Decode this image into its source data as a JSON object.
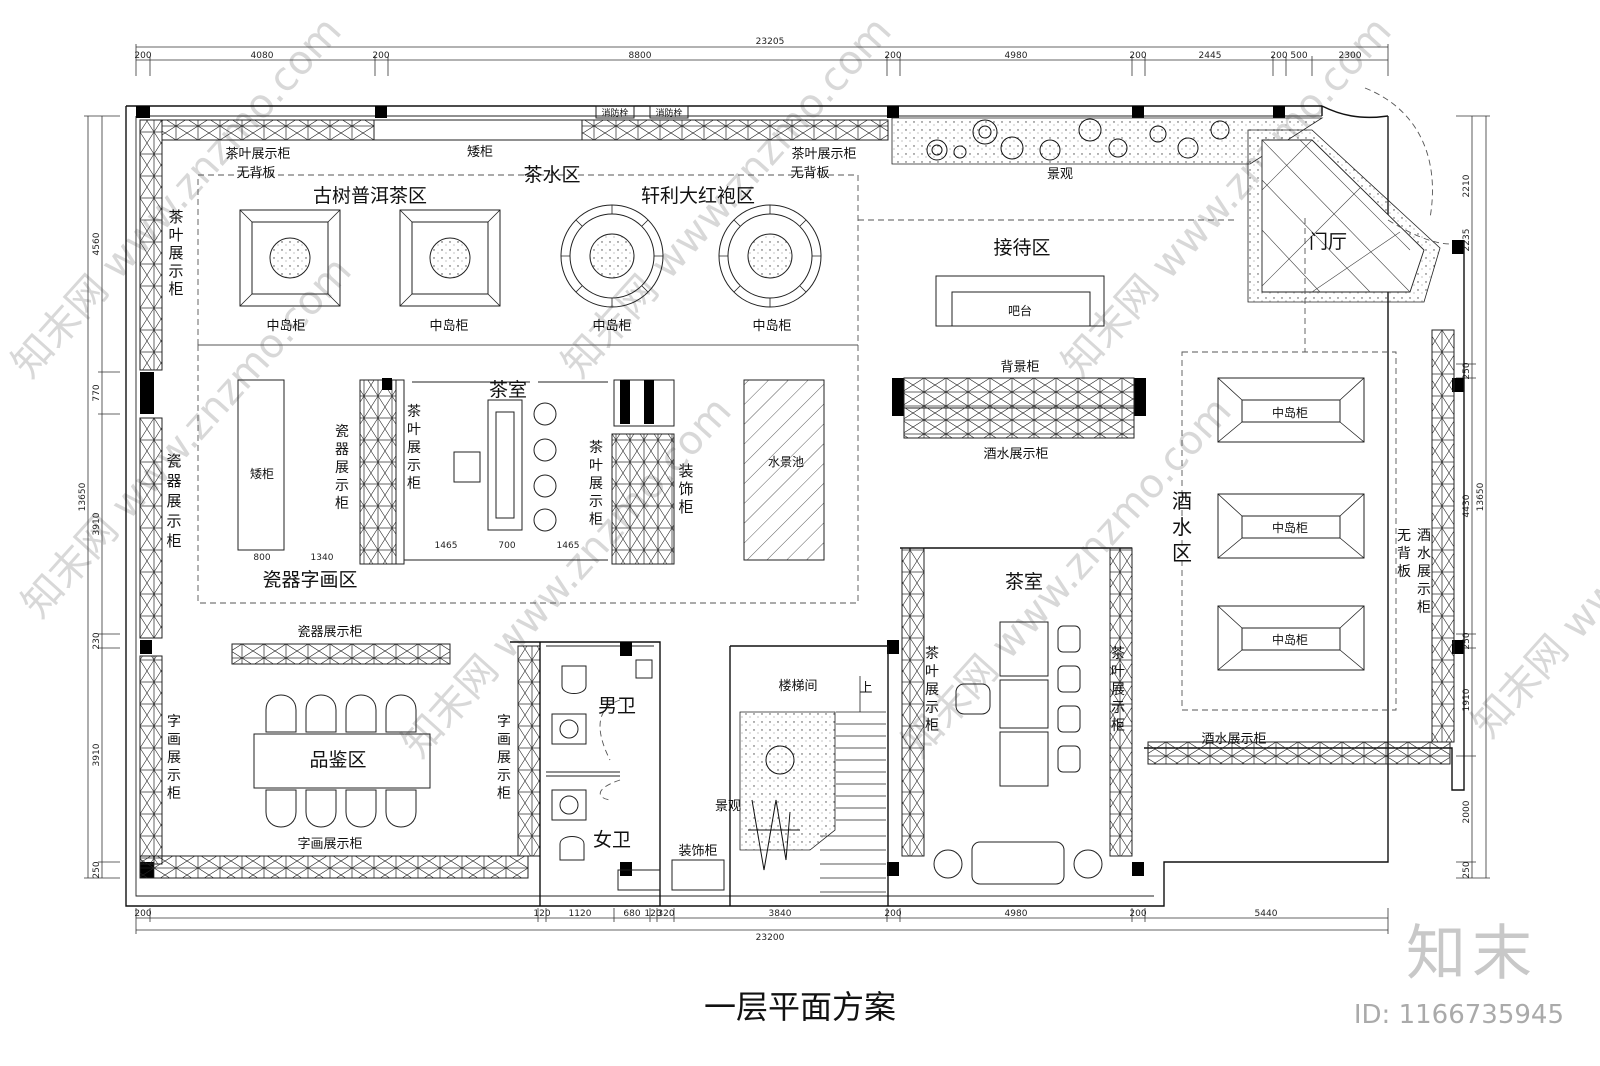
{
  "title": "一层平面方案",
  "id_label": "ID: 1166735945",
  "brand": "知末",
  "watermark": "知末网 www.znzmo.com",
  "dims": {
    "top_total": "23205",
    "top": [
      "200",
      "4080",
      "200",
      "8800",
      "200",
      "4980",
      "200",
      "2445",
      "200",
      "500",
      "2300"
    ],
    "bottom_total": "23200",
    "bottom": [
      "200",
      "120",
      "1120",
      "680",
      "120",
      "320",
      "3840",
      "200",
      "4980",
      "200",
      "5440"
    ],
    "left_total": "13650",
    "left": [
      "4560",
      "770",
      "3910",
      "230",
      "3910",
      "250"
    ],
    "right_total": "13650",
    "right": [
      "2235",
      "250",
      "4430",
      "250",
      "1910",
      "2000",
      "250",
      "2210"
    ],
    "inner": [
      "800",
      "1340",
      "1465",
      "700",
      "1465"
    ]
  },
  "labels": {
    "fire1": "消防栓",
    "fire2": "消防栓",
    "tea_cab_nb_left": "茶叶展示柜",
    "no_back_left": "无背板",
    "low_cab_top": "矮柜",
    "tea_water_zone": "茶水区",
    "tea_cab_nb_right": "茶叶展示柜",
    "no_back_right": "无背板",
    "landscape_top": "景观",
    "puer_zone": "古树普洱茶区",
    "dahongpao_zone": "轩利大红袍区",
    "reception": "接待区",
    "bar": "吧台",
    "foyer": "门厅",
    "island1": "中岛柜",
    "island2": "中岛柜",
    "island3": "中岛柜",
    "island4": "中岛柜",
    "tea_cab_left_wall": "茶叶展示柜",
    "backdrop_cab": "背景柜",
    "wine_cab_mid": "酒水展示柜",
    "tea_room1": "茶室",
    "low_cab_left": "矮柜",
    "porcelain_cab_v": "瓷器展示柜",
    "tea_cab_v1": "茶叶展示柜",
    "tea_cab_v2": "茶叶展示柜",
    "deco_cab_v": "装饰柜",
    "water_pond": "水景池",
    "porcelain_wall": "瓷器展示柜",
    "porcelain_art_zone": "瓷器字画区",
    "wine_zone": "酒水区",
    "island_wine1": "中岛柜",
    "island_wine2": "中岛柜",
    "island_wine3": "中岛柜",
    "no_back_right2": "无背板",
    "wine_cab_right": "酒水展示柜",
    "tea_room2": "茶室",
    "porcelain_cab_h": "瓷器展示柜",
    "men_wc": "男卫",
    "women_wc": "女卫",
    "stair": "楼梯间",
    "up": "上",
    "landscape_stair": "景观",
    "deco_cab_bottom": "装饰柜",
    "tasting": "品鉴区",
    "art_cab_left": "字画展示柜",
    "art_cab_mid": "字画展示柜",
    "art_cab_bottom": "字画展示柜",
    "tea_cab_tr_left": "茶叶展示柜",
    "tea_cab_tr_right": "茶叶展示柜",
    "wine_cab_bottom": "酒水展示柜"
  }
}
